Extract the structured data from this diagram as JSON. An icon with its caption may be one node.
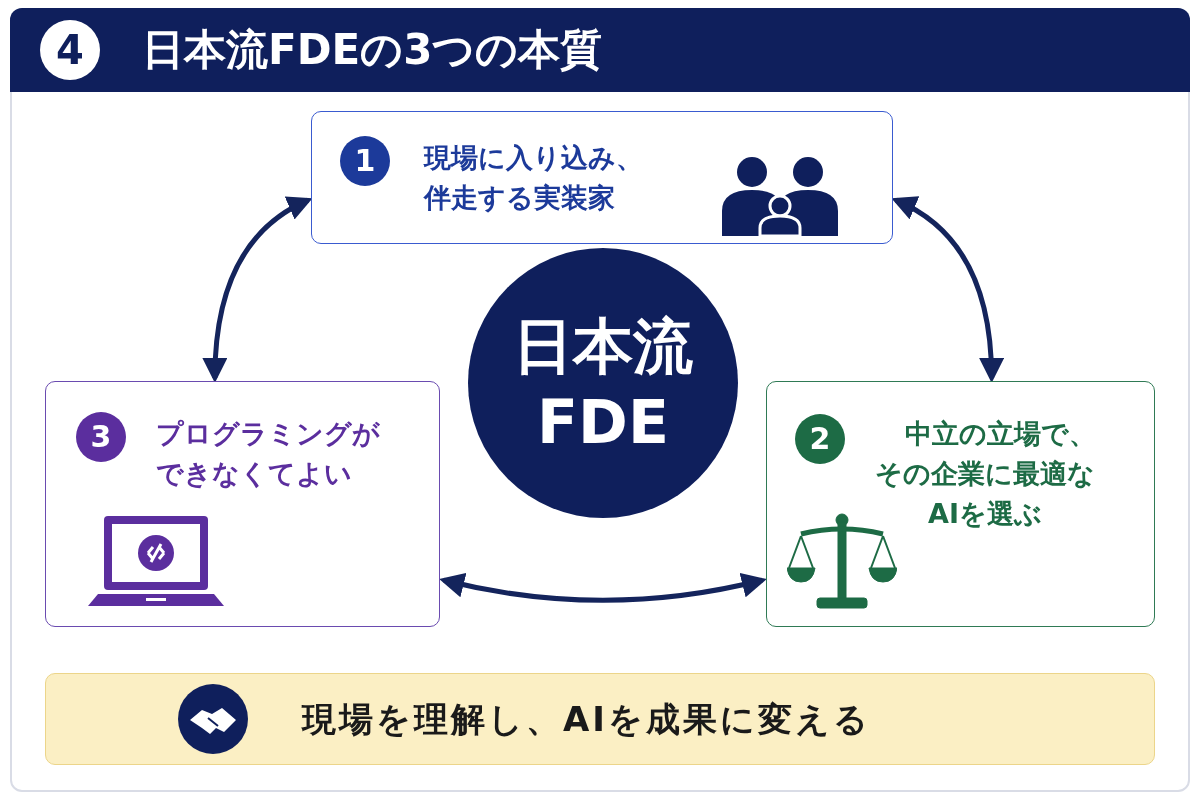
{
  "diagram": {
    "title": "日本流FDEの3つの本質",
    "nodes": [
      {
        "text": [
          "1",
          "現場に入り込み、伴走する実装家"
        ]
      },
      {
        "text": [
          "3",
          "プログラミングができなくてよい"
        ]
      },
      {
        "text": [
          "日本流FDE"
        ]
      },
      {
        "text": [
          "2",
          "中立の立場で、その企業に最適なAIを選ぶ"
        ]
      },
      {
        "text": [
          "現場を理解し、AIを成果に変える"
        ]
      }
    ],
    "edges": [
      {
        "from": 0,
        "to": 3,
        "arrow": "both"
      },
      {
        "from": 0,
        "to": 1,
        "arrow": "both"
      },
      {
        "from": 1,
        "to": 3,
        "arrow": "both"
      }
    ],
    "labels": [
      "4"
    ]
  }
}
